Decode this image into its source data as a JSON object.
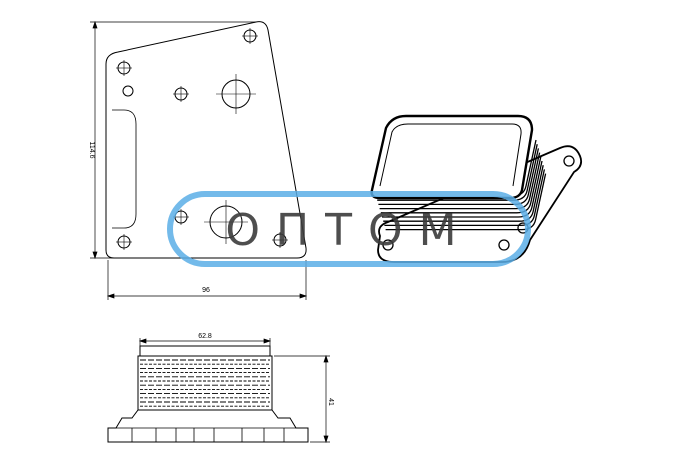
{
  "dimensions": {
    "height_front": "114.6",
    "width_front": "96",
    "width_side": "62.8",
    "height_side": "41"
  },
  "watermark": {
    "text": "ОПТОМ",
    "ring_color": "#5aaee6"
  }
}
